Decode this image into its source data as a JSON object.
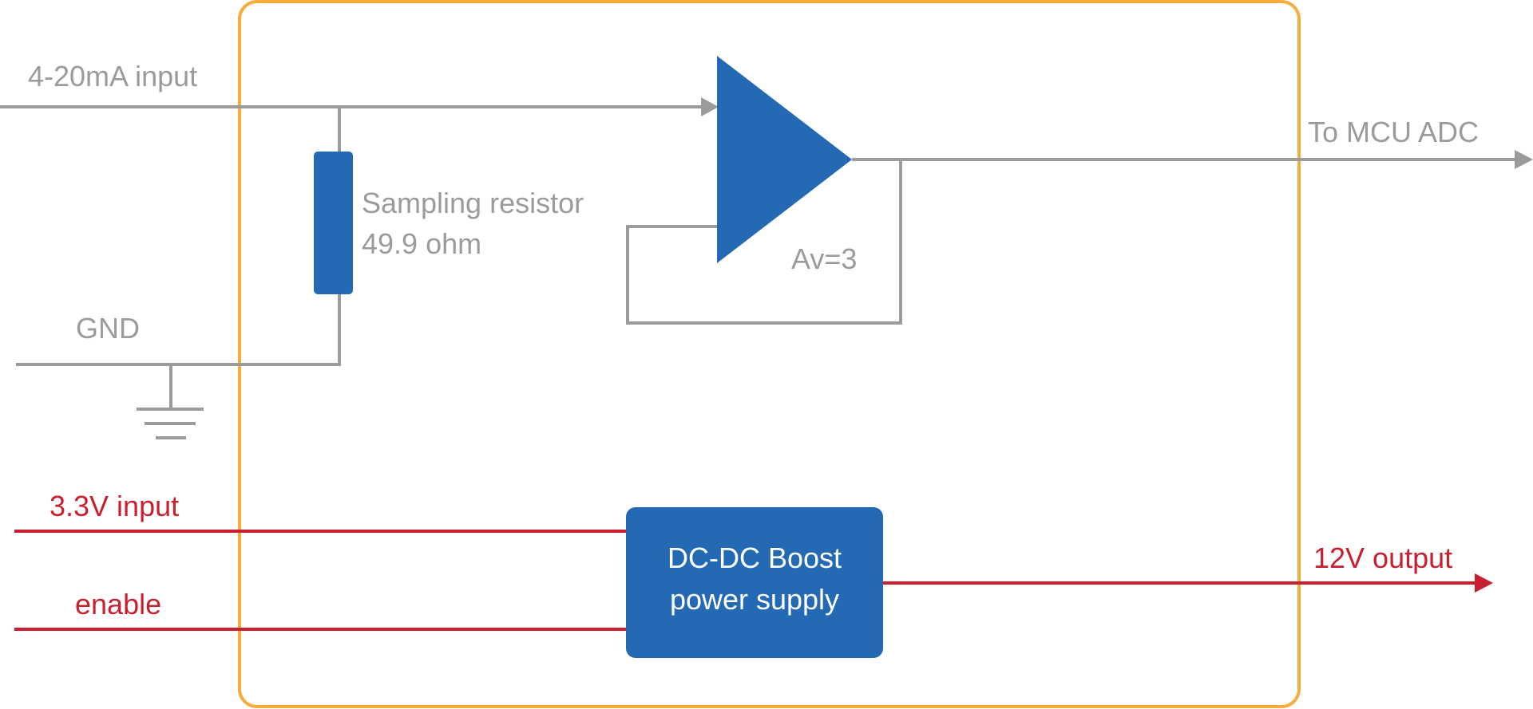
{
  "colors": {
    "module_border": "#f5ae3c",
    "signal_wire": "#9b9b9b",
    "power_wire": "#c8202f",
    "component_fill": "#2469b3",
    "label_on_component": "#ffffff"
  },
  "signal_path": {
    "input_label": "4-20mA input",
    "ground_label": "GND",
    "resistor": {
      "name_label": "Sampling resistor",
      "value_label": "49.9 ohm"
    },
    "amplifier": {
      "gain_label": "Av=3"
    },
    "output_label": "To MCU ADC"
  },
  "power_path": {
    "supply_input_label": "3.3V input",
    "enable_label": "enable",
    "converter": {
      "line1": "DC-DC Boost",
      "line2": "power supply"
    },
    "output_label": "12V output"
  },
  "icons": [
    "ground-symbol-icon",
    "arrow-head-icon",
    "op-amp-triangle-icon",
    "resistor-icon"
  ]
}
